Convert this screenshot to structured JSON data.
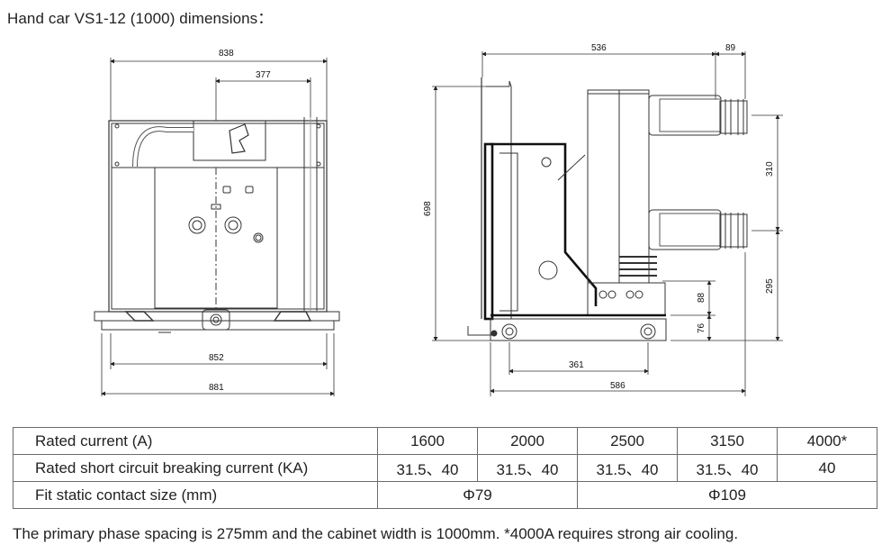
{
  "title": "Hand car VS1-12 (1000) dimensions：",
  "front_view": {
    "dim_838": "838",
    "dim_377": "377",
    "dim_852": "852",
    "dim_881": "881"
  },
  "side_view": {
    "dim_536": "536",
    "dim_89": "89",
    "dim_698": "698",
    "dim_310": "310",
    "dim_295": "295",
    "dim_88": "88",
    "dim_76": "76",
    "dim_361": "361",
    "dim_586": "586"
  },
  "spec_table": {
    "row1": {
      "label": "Rated current (A)",
      "v1": "1600",
      "v2": "2000",
      "v3": "2500",
      "v4": "3150",
      "v5": "4000*"
    },
    "row2": {
      "label": "Rated short circuit breaking current (KA)",
      "v1": "31.5、40",
      "v2": "31.5、40",
      "v3": "31.5、40",
      "v4": "31.5、40",
      "v5": "40"
    },
    "row3": {
      "label": "Fit static contact size (mm)",
      "g1": "Φ79",
      "g2": "Φ109"
    }
  },
  "note": "The primary phase spacing is 275mm and the cabinet width is 1000mm. *4000A requires strong air cooling."
}
